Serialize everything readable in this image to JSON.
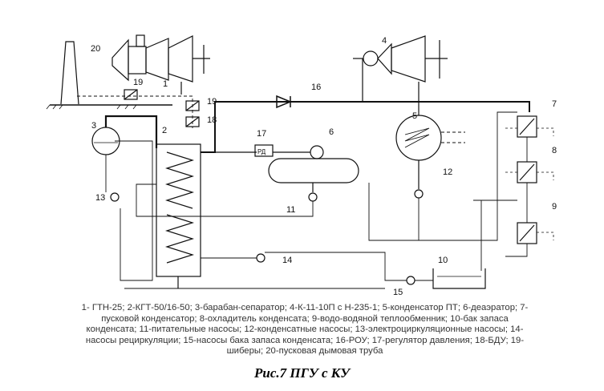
{
  "diagram": {
    "labels": {
      "n1": "1",
      "n2": "2",
      "n3": "3",
      "n4": "4",
      "n5": "5",
      "n6": "6",
      "n7": "7",
      "n8": "8",
      "n9": "9",
      "n10": "10",
      "n11": "11",
      "n12": "12",
      "n13": "13",
      "n14": "14",
      "n15": "15",
      "n16": "16",
      "n17": "17",
      "n18": "18",
      "n19a": "19",
      "n19b": "19",
      "n20": "20",
      "rd": "РД"
    }
  },
  "caption": {
    "lines": [
      "1- ГТН-25; 2-КГТ-50/16-50; 3-барабан-сепаратор; 4-К-11-10П с Н-235-1; 5-конденсатор ПТ; 6-деаэратор; 7-",
      "пусковой конденсатор; 8-охладитель конденсата; 9-водо-водяной теплообменник; 10-бак запаса",
      "конденсата; 11-питательные насосы; 12-конденсатные насосы; 13-электроциркуляционные насосы; 14-",
      "насосы рециркуляции; 15-насосы бака запаса конденсата; 16-РОУ; 17-регулятор давления; 18-БДУ; 19-",
      "шиберы; 20-пусковая дымовая труба"
    ],
    "title": "Рис.7 ПГУ с КУ"
  }
}
